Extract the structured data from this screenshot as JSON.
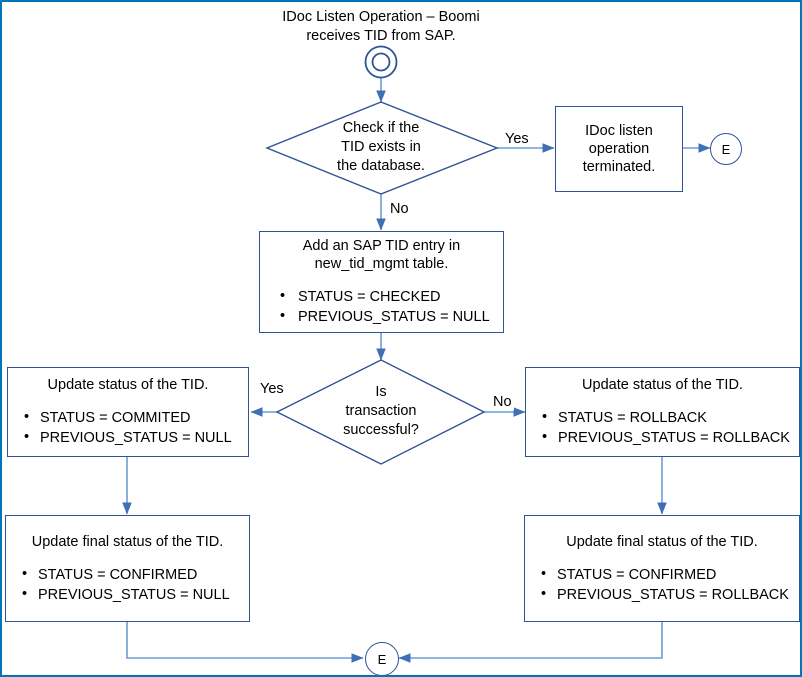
{
  "diagram": {
    "title_caption": "IDoc Listen Operation – Boomi\nreceives TID from SAP.",
    "colors": {
      "page_border": "#0076b6",
      "node_border": "#2f5496",
      "connector": "#5b8fd4",
      "background": "#ffffff",
      "text": "#000000"
    },
    "start_node": {
      "name": "start",
      "shape": "double-circle"
    },
    "decision_1": {
      "text": "Check if the\nTID exists in\nthe database.",
      "yes_label": "Yes",
      "no_label": "No"
    },
    "terminated_box": {
      "text": "IDoc listen\noperation\nterminated."
    },
    "end_terminal_top": {
      "label": "E"
    },
    "add_tid_box": {
      "title": "Add an SAP TID entry in\nnew_tid_mgmt table.",
      "bullets": [
        "STATUS = CHECKED",
        "PREVIOUS_STATUS = NULL"
      ]
    },
    "decision_2": {
      "text": "Is\ntransaction\nsuccessful?",
      "yes_label": "Yes",
      "no_label": "No"
    },
    "update_status_left": {
      "title": "Update status of the TID.",
      "bullets": [
        "STATUS = COMMITED",
        "PREVIOUS_STATUS = NULL"
      ]
    },
    "update_status_right": {
      "title": "Update status of the TID.",
      "bullets": [
        "STATUS = ROLLBACK",
        "PREVIOUS_STATUS = ROLLBACK"
      ]
    },
    "final_status_left": {
      "title": "Update final status of the TID.",
      "bullets": [
        "STATUS = CONFIRMED",
        "PREVIOUS_STATUS = NULL"
      ]
    },
    "final_status_right": {
      "title": "Update final status of the TID.",
      "bullets": [
        "STATUS = CONFIRMED",
        "PREVIOUS_STATUS = ROLLBACK"
      ]
    },
    "end_terminal_bottom": {
      "label": "E"
    }
  }
}
